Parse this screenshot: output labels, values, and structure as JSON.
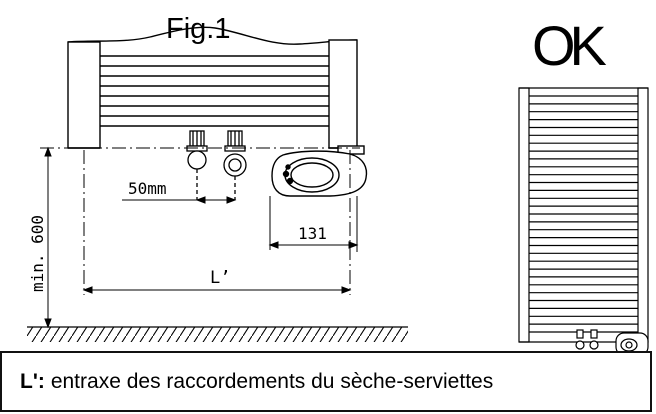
{
  "figure": {
    "title": "Fig.1",
    "ok_label": "OK"
  },
  "dimensions": {
    "min_height": "min. 600",
    "pipe_spacing": "50mm",
    "valve_offset": "131",
    "connection_distance": "L’"
  },
  "caption": {
    "term": "L':",
    "text": "entraxe des raccordements du sèche-serviettes"
  },
  "colors": {
    "line": "#000000",
    "background": "#ffffff"
  }
}
